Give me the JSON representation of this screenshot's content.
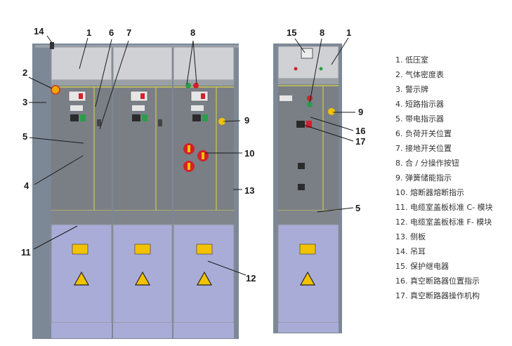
{
  "callouts": {
    "c1_left": "1",
    "c1_right": "1",
    "c2": "2",
    "c3": "3",
    "c4": "4",
    "c5_left": "5",
    "c5_right": "5",
    "c6": "6",
    "c7": "7",
    "c8_left": "8",
    "c8_right": "8",
    "c9_left": "9",
    "c9_right": "9",
    "c10": "10",
    "c11": "11",
    "c12": "12",
    "c13": "13",
    "c14": "14",
    "c15": "15",
    "c16": "16",
    "c17": "17"
  },
  "legend": [
    "1. 低压室",
    "2. 气体密度表",
    "3. 警示牌",
    "4. 短路指示器",
    "5. 带电指示器",
    "6. 负荷开关位置",
    "7. 接地开关位置",
    "8. 合 / 分操作按钮",
    "9. 弹簧储能指示",
    "10. 熔断器熔断指示",
    "11. 电缆室盖板标准 C- 模块",
    "12. 电缆室盖板标准 F- 模块",
    "13. 侧板",
    "14. 吊耳",
    "15. 保护继电器",
    "16. 真空断路器位置指示",
    "17. 真空断路器操作机构"
  ],
  "colors": {
    "frame": "#7d8896",
    "lv_panel": "#cfd1d5",
    "mech_panel": "#7a7f86",
    "cable_panel": "#a9acd6",
    "yellow_line": "#d9d64a",
    "red": "#d4202a",
    "green": "#2a9d4a",
    "warning_yellow": "#f2c200"
  }
}
